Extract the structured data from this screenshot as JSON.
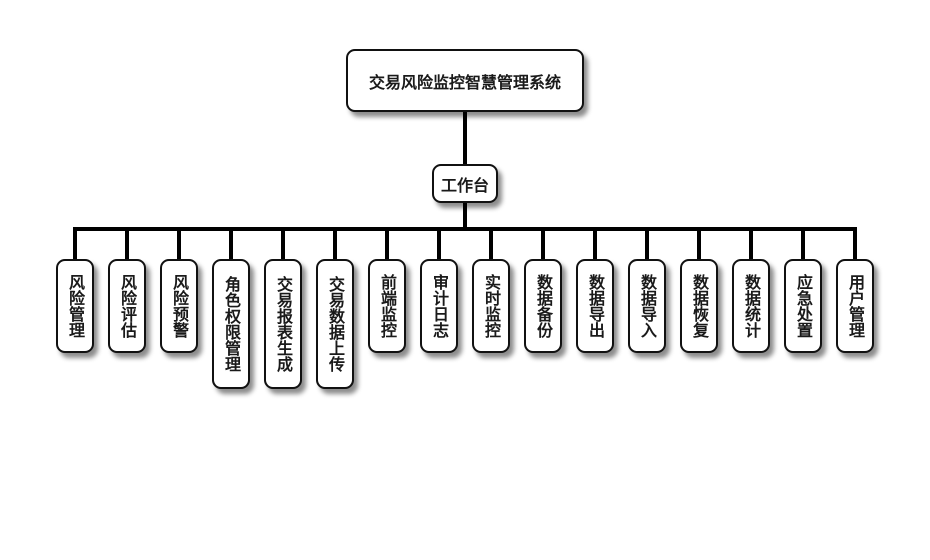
{
  "diagram": {
    "type": "org-chart",
    "root": {
      "label": "交易风险监控智慧管理系统"
    },
    "middle": {
      "label": "工作台"
    },
    "children": [
      {
        "label": "风险管理"
      },
      {
        "label": "风险评估"
      },
      {
        "label": "风险预警"
      },
      {
        "label": "角色权限管理"
      },
      {
        "label": "交易报表生成"
      },
      {
        "label": "交易数据上传"
      },
      {
        "label": "前端监控"
      },
      {
        "label": "审计日志"
      },
      {
        "label": "实时监控"
      },
      {
        "label": "数据备份"
      },
      {
        "label": "数据导出"
      },
      {
        "label": "数据导入"
      },
      {
        "label": "数据恢复"
      },
      {
        "label": "数据统计"
      },
      {
        "label": "应急处置"
      },
      {
        "label": "用户管理"
      }
    ],
    "colors": {
      "line": "#000000",
      "box_border": "#111111",
      "box_fill": "#ffffff",
      "text": "#1a1a1a"
    }
  }
}
